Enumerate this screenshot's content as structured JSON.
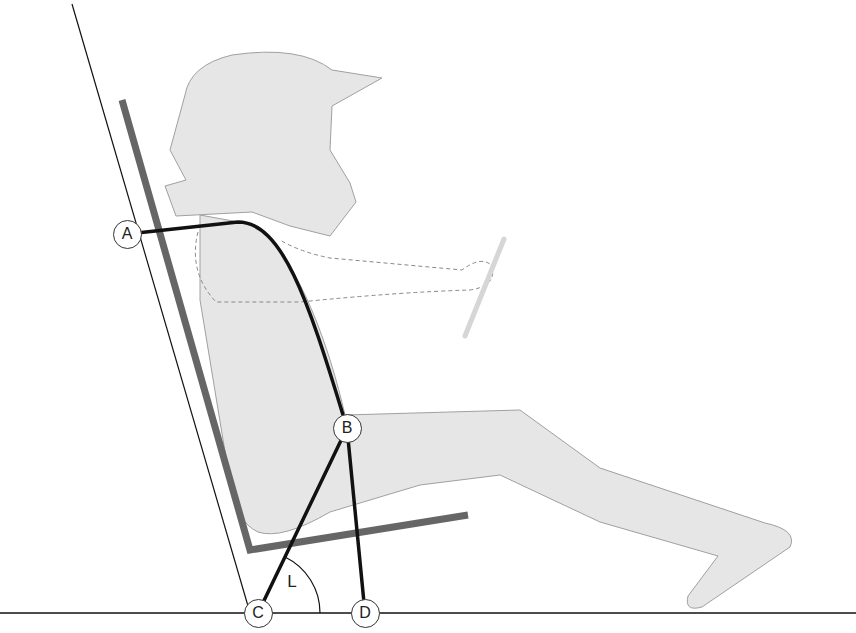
{
  "diagram": {
    "nodes": [
      {
        "text": [
          "A"
        ]
      },
      {
        "text": [
          "B"
        ]
      },
      {
        "text": [
          "C"
        ]
      },
      {
        "text": [
          "D"
        ]
      }
    ],
    "edges": [
      {
        "from": 0,
        "to": 1,
        "arrow": "none"
      },
      {
        "from": 1,
        "to": 2,
        "arrow": "none"
      },
      {
        "from": 1,
        "to": 3,
        "arrow": "none"
      }
    ],
    "labels": [
      "L"
    ]
  }
}
